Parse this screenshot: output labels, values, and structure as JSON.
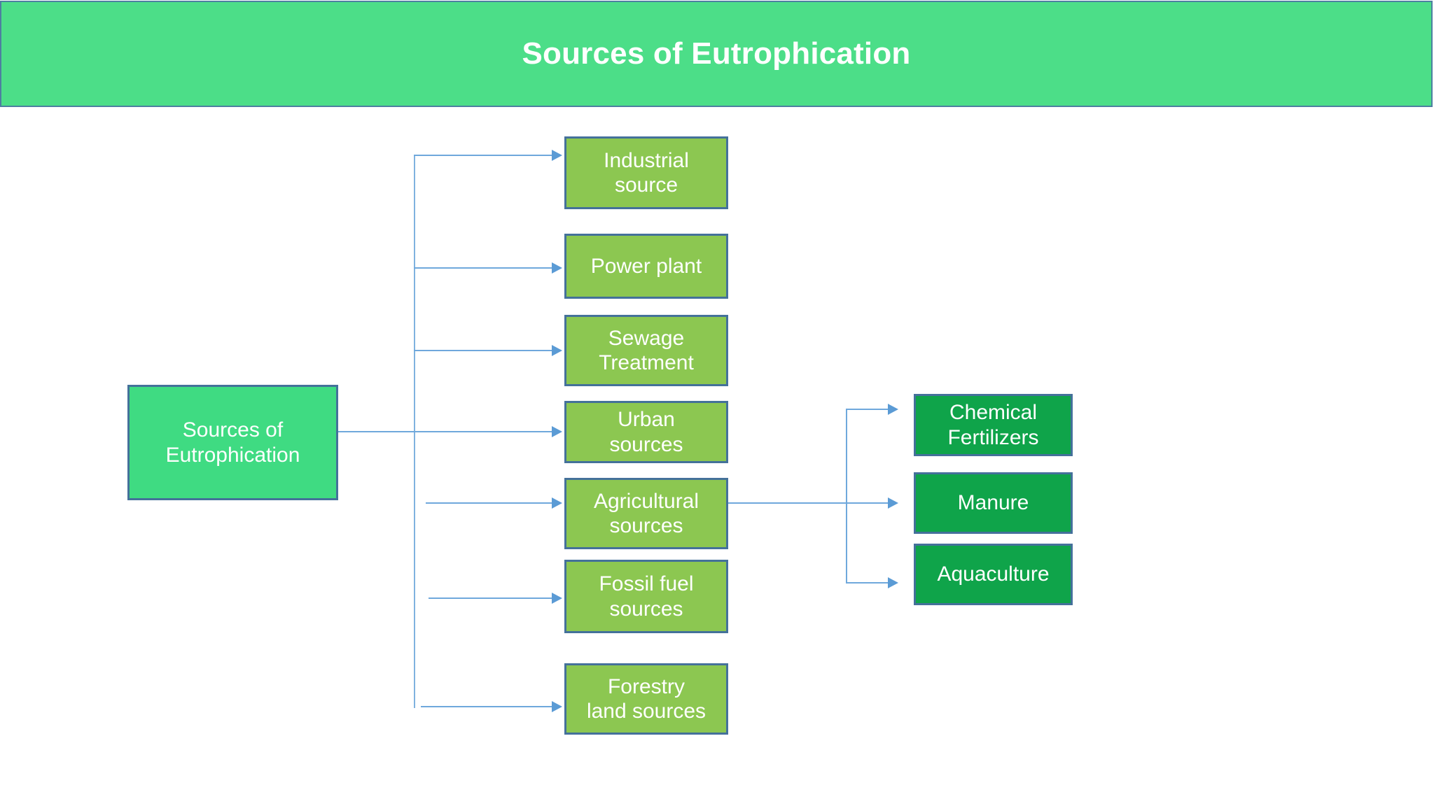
{
  "header": {
    "title": "Sources of Eutrophication",
    "background_color": "#4CDE88",
    "border_color": "#4D7FA0",
    "text_color": "#FFFFFF"
  },
  "colors": {
    "root_fill": "#3FDB82",
    "mid_fill": "#8CC751",
    "leaf_fill": "#0FA44A",
    "box_border": "#44719A",
    "connector": "#6FA8DC",
    "arrow": "#5B9BD5",
    "canvas": "#FFFFFF"
  },
  "diagram": {
    "type": "tree",
    "root": {
      "label": "Sources of\nEutrophication",
      "line1": "Sources of",
      "line2": "Eutrophication"
    },
    "branches": [
      {
        "id": "industrial-source",
        "line1": "Industrial",
        "line2": "source"
      },
      {
        "id": "power-plant",
        "line1": "Power plant",
        "line2": ""
      },
      {
        "id": "sewage-treatment",
        "line1": "Sewage",
        "line2": "Treatment"
      },
      {
        "id": "urban-sources",
        "line1": "Urban",
        "line2": "sources"
      },
      {
        "id": "agricultural-sources",
        "line1": "Agricultural",
        "line2": "sources"
      },
      {
        "id": "fossil-fuel-sources",
        "line1": "Fossil fuel",
        "line2": "sources"
      },
      {
        "id": "forestry-land-sources",
        "line1": "Forestry",
        "line2": "land sources"
      }
    ],
    "sub_branches_of": "agricultural-sources",
    "sub_branches": [
      {
        "id": "chemical-fertilizers",
        "line1": "Chemical",
        "line2": "Fertilizers"
      },
      {
        "id": "manure",
        "line1": "Manure",
        "line2": ""
      },
      {
        "id": "aquaculture",
        "line1": "Aquaculture",
        "line2": ""
      }
    ]
  }
}
